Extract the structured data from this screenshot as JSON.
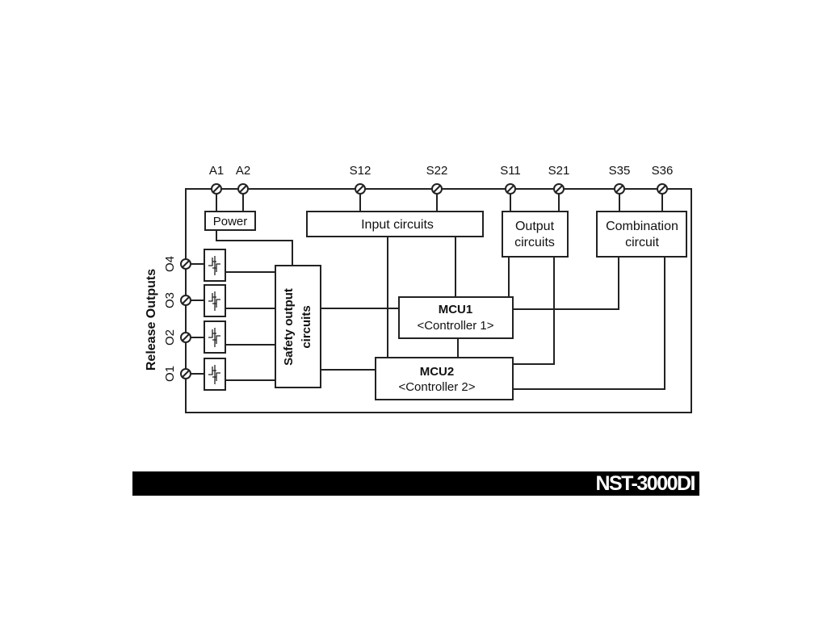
{
  "terminals_top": [
    "A1",
    "A2",
    "S12",
    "S22",
    "S11",
    "S21",
    "S35",
    "S36"
  ],
  "terminals_left": [
    "O4",
    "O3",
    "O2",
    "O1"
  ],
  "side_label": "Release Outputs",
  "blocks": {
    "power": "Power",
    "input": "Input circuits",
    "output": [
      "Output",
      "circuits"
    ],
    "combination": [
      "Combination",
      "circuit"
    ],
    "safety": [
      "Safety output",
      "circuits"
    ],
    "mcu1": [
      "MCU1",
      "<Controller 1>"
    ],
    "mcu2": [
      "MCU2",
      "<Controller 2>"
    ]
  },
  "model": "NST-3000DI"
}
